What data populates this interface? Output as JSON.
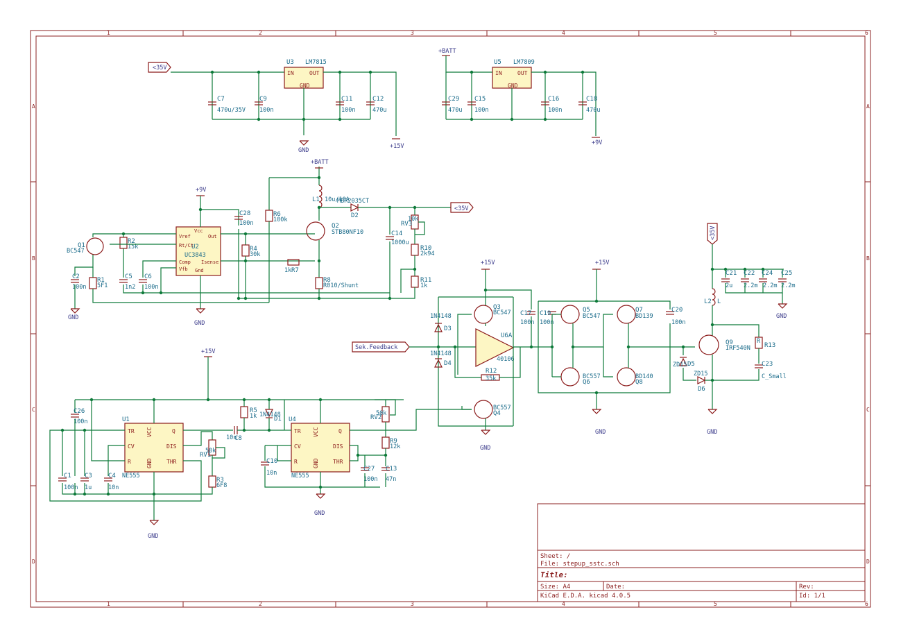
{
  "title_block": {
    "sheet": "Sheet: /",
    "file": "File: stepup_sstc.sch",
    "title": "Title:",
    "size": "Size: A4",
    "date": "Date:",
    "rev": "Rev:",
    "tool": "KiCad E.D.A.  kicad 4.0.5",
    "id": "Id: 1/1"
  },
  "zones": {
    "cols": [
      "1",
      "2",
      "3",
      "4",
      "5",
      "6"
    ],
    "rows": [
      "A",
      "B",
      "C",
      "D"
    ]
  },
  "labels": {
    "in_35v": "<35V",
    "out_35v": "<35V",
    "feed_35v": "<35V",
    "sek_feedback": "Sek.Feedback",
    "gnd": "GND",
    "batt": "+BATT",
    "p15v": "+15V",
    "p9v": "+9V",
    "pin1": "1"
  },
  "components": {
    "u3": {
      "ref": "U3",
      "val": "LM7815",
      "in": "IN",
      "out": "OUT",
      "gnd": "GND"
    },
    "u5": {
      "ref": "U5",
      "val": "LM7809",
      "in": "IN",
      "out": "OUT",
      "gnd": "GND"
    },
    "c7": {
      "ref": "C7",
      "val": "470u/35V"
    },
    "c9": {
      "ref": "C9",
      "val": "100n"
    },
    "c11": {
      "ref": "C11",
      "val": "100n"
    },
    "c12": {
      "ref": "C12",
      "val": "470u"
    },
    "c29": {
      "ref": "C29",
      "val": "470u"
    },
    "c15": {
      "ref": "C15",
      "val": "100n"
    },
    "c16": {
      "ref": "C16",
      "val": "100n"
    },
    "c18": {
      "ref": "C18",
      "val": "470u"
    },
    "u2": {
      "ref": "U2",
      "val": "UC3843",
      "p_vref": "Vref",
      "p_rtct": "Rt/Ct",
      "p_comp": "Comp",
      "p_vfb": "Vfb",
      "p_out": "Out",
      "p_isense": "Isense",
      "p_vcc": "Vcc",
      "p_gnd": "Gnd"
    },
    "q1": {
      "ref": "Q1",
      "val": "BC547"
    },
    "r2": {
      "ref": "R2",
      "val": "15k"
    },
    "c2": {
      "ref": "C2",
      "val": "100n"
    },
    "r1": {
      "ref": "R1",
      "val": "5F1"
    },
    "c5": {
      "ref": "C5",
      "val": "1n2"
    },
    "c6": {
      "ref": "C6",
      "val": "100n"
    },
    "c28": {
      "ref": "C28",
      "val": "100n"
    },
    "r6": {
      "ref": "R6",
      "val": "100k"
    },
    "r4": {
      "ref": "R4",
      "val": "30k"
    },
    "r7": {
      "ref": "R7",
      "val": "1k"
    },
    "r8": {
      "ref": "R8",
      "val": "R010/Shunt"
    },
    "l1": {
      "ref": "L1",
      "val": "10u/10A"
    },
    "d2": {
      "ref": "D2",
      "val": "MBR2035CT"
    },
    "q2": {
      "ref": "Q2",
      "val": "STB80NF10"
    },
    "c14": {
      "ref": "C14",
      "val": "1000u"
    },
    "rv3": {
      "ref": "RV3",
      "val": "10k"
    },
    "r10": {
      "ref": "R10",
      "val": "2k94"
    },
    "r11": {
      "ref": "R11",
      "val": "1k"
    },
    "d3": {
      "ref": "D3",
      "val": "1N4148"
    },
    "d4": {
      "ref": "D4",
      "val": "1N4148"
    },
    "q3": {
      "ref": "Q3",
      "val": "BC547"
    },
    "q4": {
      "ref": "Q4",
      "val": "BC557"
    },
    "u6a": {
      "ref": "U6A",
      "val": "40106"
    },
    "r12": {
      "ref": "R12",
      "val": "35k"
    },
    "c17": {
      "ref": "C17",
      "val": "100n"
    },
    "c19": {
      "ref": "C19",
      "val": "100n"
    },
    "q5": {
      "ref": "Q5",
      "val": "BC547"
    },
    "q6": {
      "ref": "Q6",
      "val": "BC557"
    },
    "q7": {
      "ref": "Q7",
      "val": "BD139"
    },
    "q8": {
      "ref": "Q8",
      "val": "BD140"
    },
    "c20": {
      "ref": "C20",
      "val": "100n"
    },
    "d5": {
      "ref": "D5",
      "val": "ZD15"
    },
    "d6": {
      "ref": "D6",
      "val": "ZD15"
    },
    "q9": {
      "ref": "Q9",
      "val": "IRF540N"
    },
    "r13": {
      "ref": "R13",
      "val": "R"
    },
    "c23": {
      "ref": "C23",
      "val": "C_Small"
    },
    "l2": {
      "ref": "L2",
      "val": "L"
    },
    "c21": {
      "ref": "C21",
      "val": "2u"
    },
    "c22": {
      "ref": "C22",
      "val": "2.2m"
    },
    "c24": {
      "ref": "C24",
      "val": "2.2m"
    },
    "c25": {
      "ref": "C25",
      "val": "2.2m"
    },
    "u1": {
      "ref": "U1",
      "val": "NE555",
      "tr": "TR",
      "cv": "CV",
      "r": "R",
      "vcc": "VCC",
      "q": "Q",
      "dis": "DIS",
      "thr": "THR",
      "gnd": "GND"
    },
    "u4": {
      "ref": "U4",
      "val": "NE555",
      "tr": "TR",
      "cv": "CV",
      "r": "R",
      "vcc": "VCC",
      "q": "Q",
      "dis": "DIS",
      "thr": "THR",
      "gnd": "GND"
    },
    "c26": {
      "ref": "C26",
      "val": "100n"
    },
    "c1": {
      "ref": "C1",
      "val": "100n"
    },
    "c3": {
      "ref": "C3",
      "val": "1u"
    },
    "c4": {
      "ref": "C4",
      "val": "10n"
    },
    "rv1": {
      "ref": "RV1",
      "val": "50k"
    },
    "r3": {
      "ref": "R3",
      "val": "6F8"
    },
    "r5": {
      "ref": "R5",
      "val": "1k"
    },
    "c8": {
      "ref": "C8",
      "val": "10n"
    },
    "d1": {
      "ref": "D1",
      "val": "1N4148"
    },
    "c10": {
      "ref": "C10",
      "val": "10n"
    },
    "rv2": {
      "ref": "RV2",
      "val": "50k"
    },
    "r9": {
      "ref": "R9",
      "val": "12k"
    },
    "c27": {
      "ref": "C27",
      "val": "100n"
    },
    "c13": {
      "ref": "C13",
      "val": "47n"
    }
  }
}
